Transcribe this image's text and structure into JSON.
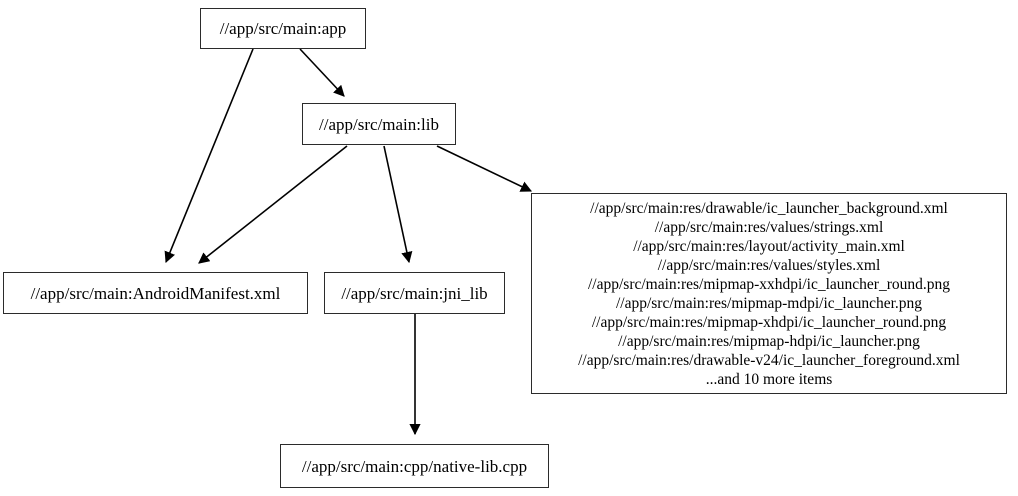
{
  "graph": {
    "type": "directed-dependency-graph",
    "background_color": "#ffffff",
    "edge_color": "#000000",
    "node_border_color": "#2b2b2b",
    "node_fill_color": "#ffffff",
    "text_color": "#000000"
  },
  "nodes": {
    "app": {
      "label": "//app/src/main:app"
    },
    "lib": {
      "label": "//app/src/main:lib"
    },
    "manifest": {
      "label": "//app/src/main:AndroidManifest.xml"
    },
    "jni_lib": {
      "label": "//app/src/main:jni_lib"
    },
    "cpp": {
      "label": "//app/src/main:cpp/native-lib.cpp"
    },
    "res": {
      "lines": [
        "//app/src/main:res/drawable/ic_launcher_background.xml",
        "//app/src/main:res/values/strings.xml",
        "//app/src/main:res/layout/activity_main.xml",
        "//app/src/main:res/values/styles.xml",
        "//app/src/main:res/mipmap-xxhdpi/ic_launcher_round.png",
        "//app/src/main:res/mipmap-mdpi/ic_launcher.png",
        "//app/src/main:res/mipmap-xhdpi/ic_launcher_round.png",
        "//app/src/main:res/mipmap-hdpi/ic_launcher.png",
        "//app/src/main:res/drawable-v24/ic_launcher_foreground.xml",
        "...and 10 more items"
      ],
      "label": "//app/src/main:res/drawable/ic_launcher_background.xml\n//app/src/main:res/values/strings.xml\n//app/src/main:res/layout/activity_main.xml\n//app/src/main:res/values/styles.xml\n//app/src/main:res/mipmap-xxhdpi/ic_launcher_round.png\n//app/src/main:res/mipmap-mdpi/ic_launcher.png\n//app/src/main:res/mipmap-xhdpi/ic_launcher_round.png\n//app/src/main:res/mipmap-hdpi/ic_launcher.png\n//app/src/main:res/drawable-v24/ic_launcher_foreground.xml\n...and 10 more items"
    }
  },
  "edges": [
    {
      "from": "app",
      "to": "lib"
    },
    {
      "from": "app",
      "to": "manifest"
    },
    {
      "from": "lib",
      "to": "manifest"
    },
    {
      "from": "lib",
      "to": "jni_lib"
    },
    {
      "from": "lib",
      "to": "res"
    },
    {
      "from": "jni_lib",
      "to": "cpp"
    }
  ]
}
